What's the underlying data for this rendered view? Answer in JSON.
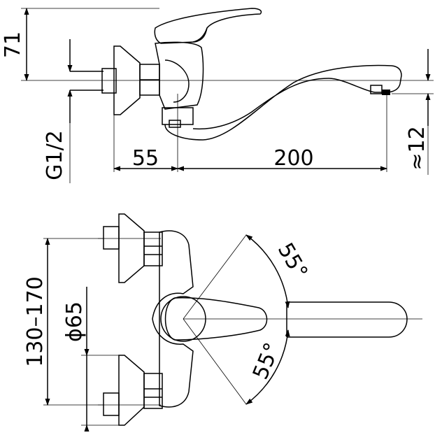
{
  "dimensions": {
    "height_above_axis": "71",
    "thread": "G1/2",
    "offset": "55",
    "spout_reach": "200",
    "spout_outlet_drop": "≈12",
    "inlet_spacing": "130–170",
    "diameter": "ϕ65",
    "angle_upper": "55°",
    "angle_lower": "55°"
  }
}
